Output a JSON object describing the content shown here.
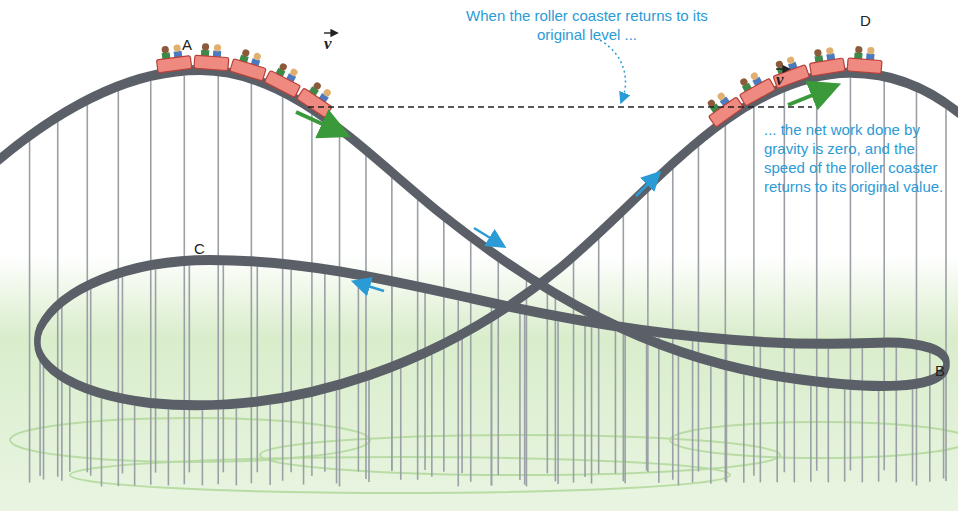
{
  "diagram": {
    "labels": [
      "A",
      "v",
      "When the roller coaster returns to its original level ...",
      "v",
      "D",
      "... the net work done by gravity is zero, and the speed of the roller coaster returns to its original value.",
      "C",
      "B"
    ]
  }
}
